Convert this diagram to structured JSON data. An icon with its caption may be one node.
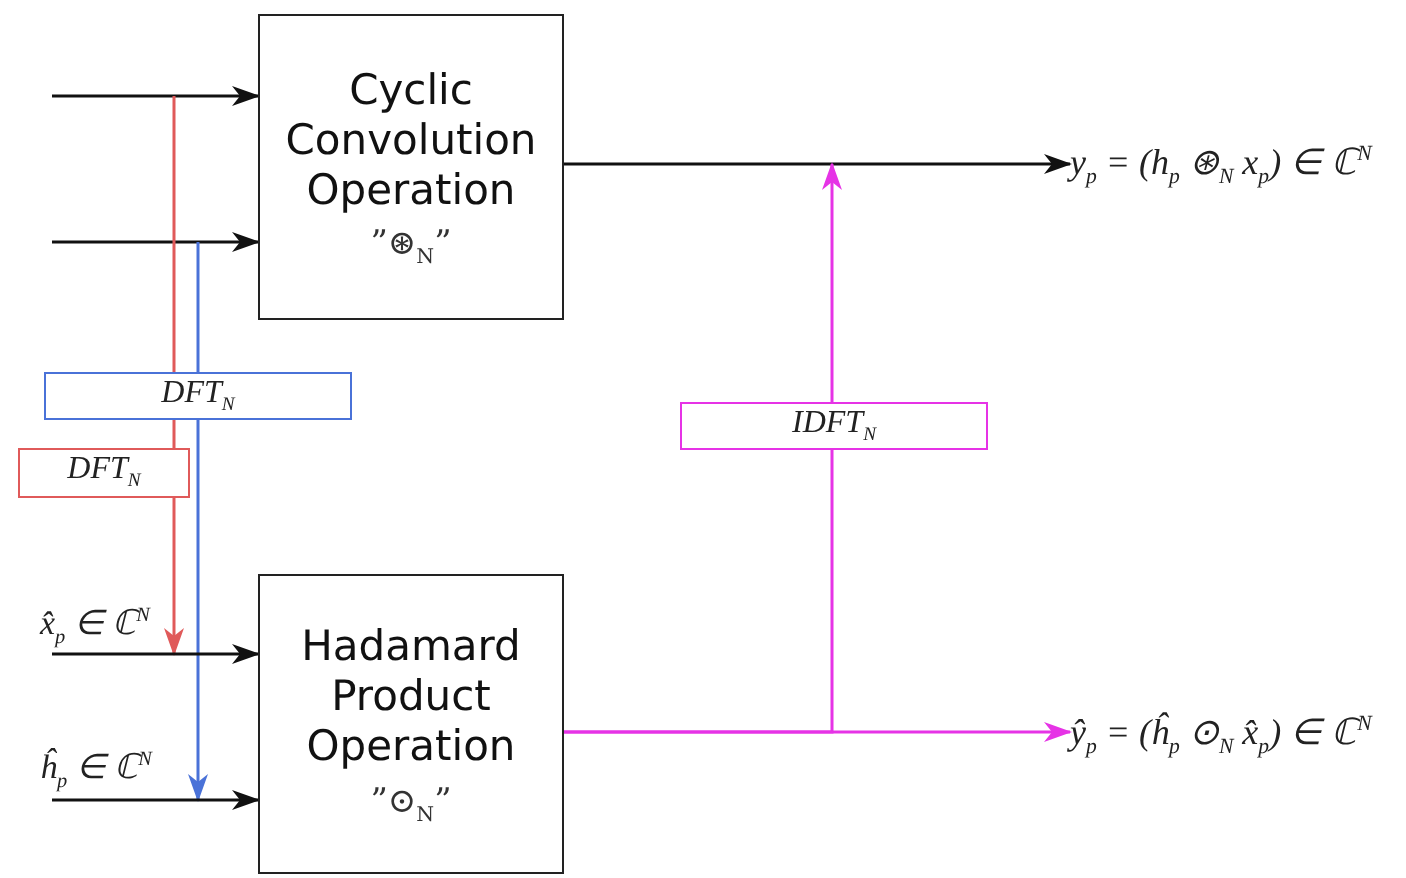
{
  "diagram": {
    "nodes": [
      {
        "text": [
          "Cyclic Convolution Operation",
          "”⊛$_{N}$”"
        ]
      },
      {
        "text": [
          "Hadamard Product Operation",
          "”⊙$_{N}$”"
        ]
      },
      {
        "text": [
          "DFT$_{N}$"
        ]
      },
      {
        "text": [
          "DFT$_{N}$"
        ]
      },
      {
        "text": [
          "IDFT$_{N}$"
        ]
      },
      {
        "text": [
          "y$_{p}$ = (h$_{p}$ ⊛$_{N}$ x$_{p}$) ∈ ℂ$^{N}$"
        ]
      },
      {
        "text": [
          "ŷ$_{p}$ = (ĥ$_{p}$ ⊙$_{N}$ x̂$_{p}$) ∈ ℂ$^{N}$"
        ]
      },
      {
        "text": [
          "x̂$_{p}$ ∈ ℂ$^{N}$"
        ]
      },
      {
        "text": [
          "ĥ$_{p}$ ∈ ℂ$^{N}$"
        ]
      }
    ],
    "edges": [
      {
        "from": null,
        "to": 0,
        "arrow": "to"
      },
      {
        "from": null,
        "to": 0,
        "arrow": "to"
      },
      {
        "from": null,
        "to": 3,
        "arrow": "none",
        "color": "#e05a5a"
      },
      {
        "from": 3,
        "to": 7,
        "arrow": "to",
        "color": "#e05a5a"
      },
      {
        "from": null,
        "to": 2,
        "arrow": "none",
        "color": "#4a72d8"
      },
      {
        "from": 2,
        "to": 8,
        "arrow": "to",
        "color": "#4a72d8"
      },
      {
        "from": 7,
        "to": 1,
        "arrow": "to"
      },
      {
        "from": 8,
        "to": 1,
        "arrow": "to"
      },
      {
        "from": 0,
        "to": 5,
        "arrow": "to"
      },
      {
        "from": 1,
        "to": 6,
        "arrow": "to",
        "color": "#e633e6"
      },
      {
        "from": 1,
        "to": 4,
        "arrow": "none",
        "color": "#e633e6"
      },
      {
        "from": 4,
        "to": null,
        "arrow": "to",
        "color": "#e633e6"
      }
    ]
  }
}
